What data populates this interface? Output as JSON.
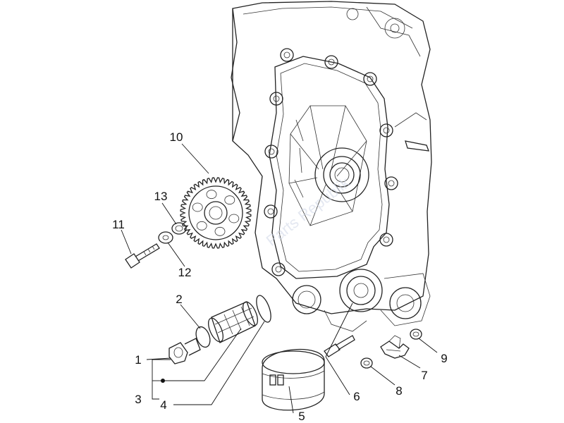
{
  "diagram": {
    "watermark": "Parts Republik",
    "labels": {
      "p1": "1",
      "p2": "2",
      "p3": "3",
      "p4": "4",
      "p5": "5",
      "p6": "6",
      "p7": "7",
      "p8": "8",
      "p9": "9",
      "p10": "10",
      "p11": "11",
      "p12": "12",
      "p13": "13"
    }
  }
}
